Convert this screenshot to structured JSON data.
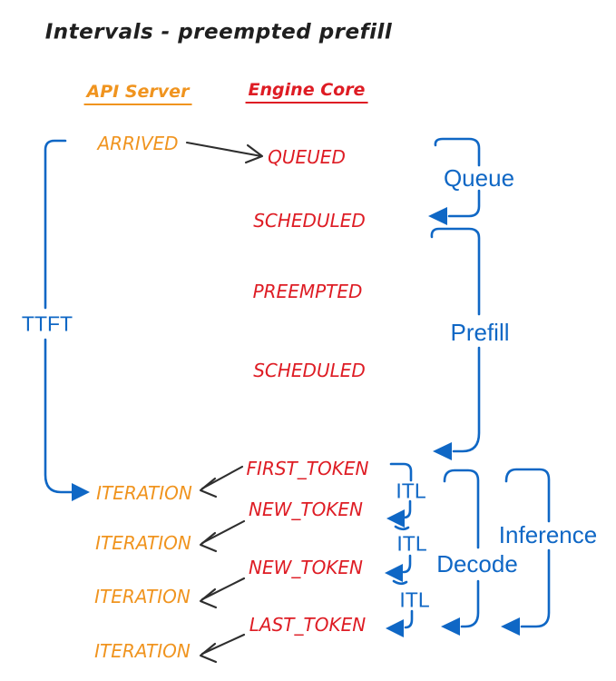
{
  "colors": {
    "blue": "#0f67c5",
    "red": "#de1c24",
    "orange": "#f0941f",
    "ink": "#1f1f1f",
    "bg": "#ffffff"
  },
  "title": "Intervals - preempted prefill",
  "columns": {
    "api_server": "API Server",
    "engine_core": "Engine Core"
  },
  "api_events": {
    "arrived": "ARRIVED",
    "iteration1": "ITERATION",
    "iteration2": "ITERATION",
    "iteration3": "ITERATION",
    "iteration4": "ITERATION"
  },
  "engine_events": {
    "queued": "QUEUED",
    "scheduled1": "SCHEDULED",
    "preempted": "PREEMPTED",
    "scheduled2": "SCHEDULED",
    "first_token": "FIRST_TOKEN",
    "new_token1": "NEW_TOKEN",
    "new_token2": "NEW_TOKEN",
    "last_token": "LAST_TOKEN"
  },
  "intervals": {
    "ttft": "TTFT",
    "queue": "Queue",
    "prefill": "Prefill",
    "itl1": "ITL",
    "itl2": "ITL",
    "itl3": "ITL",
    "decode": "Decode",
    "inference": "Inference"
  }
}
